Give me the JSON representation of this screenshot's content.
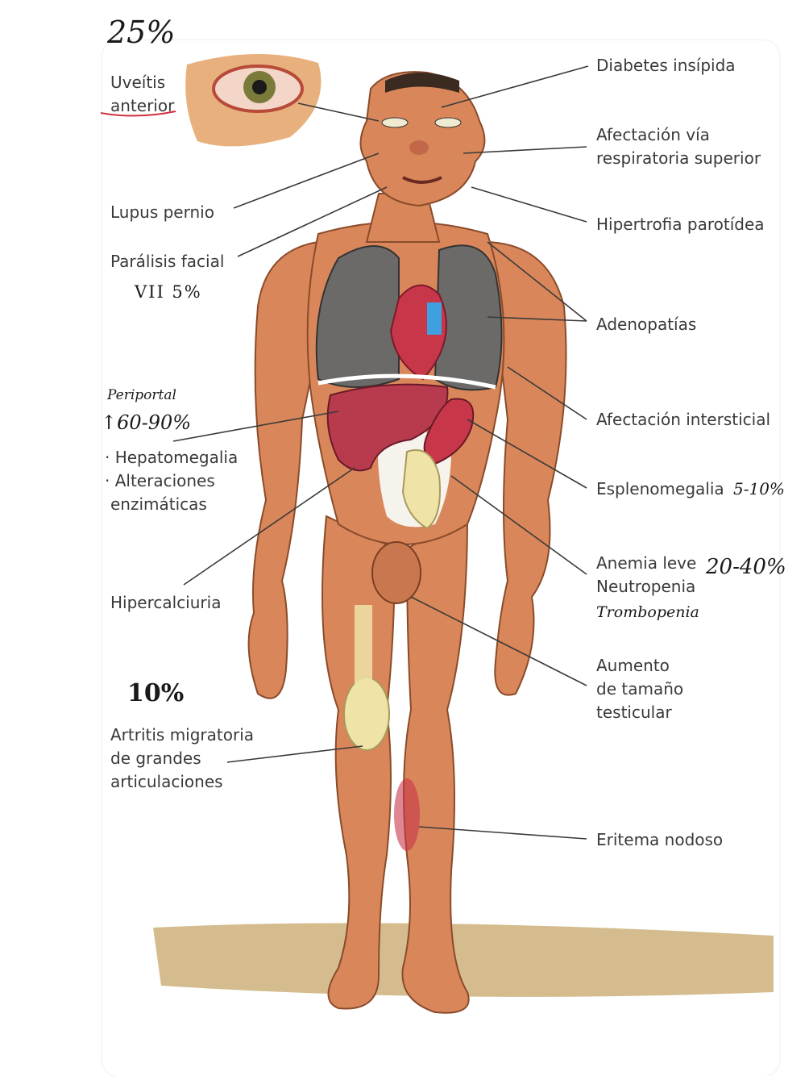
{
  "labels": {
    "uveitis": [
      "Uveítis",
      "anterior"
    ],
    "lupus": "Lupus pernio",
    "paralisis": "Parálisis facial",
    "hepato": [
      "· Hepatomegalia",
      "· Alteraciones",
      "enzimáticas"
    ],
    "hipercalciuria": "Hipercalciuria",
    "artritis": [
      "Artritis migratoria",
      "de grandes",
      "articulaciones"
    ],
    "diabetes": "Diabetes insípida",
    "afectacion_via": [
      "Afectación vía",
      "respiratoria superior"
    ],
    "parotida": "Hipertrofia parotídea",
    "adenopatias": "Adenopatías",
    "intersticial": "Afectación intersticial",
    "esplenomegalia": "Esplenomegalia",
    "anemia": [
      "Anemia leve",
      "Neutropenia"
    ],
    "testicular": [
      "Aumento",
      "de tamaño",
      "testicular"
    ],
    "eritema": "Eritema nodoso"
  },
  "handwritten": {
    "pct_uveitis": "25%",
    "facial": "VII 5%",
    "periportal": "Periportal",
    "hepato_pct": "↑60-90%",
    "artritis_pct": "10%",
    "esplen_pct": "5-10%",
    "anemia_pct": "20-40%",
    "trombopenia": "Trombopenia"
  },
  "colors": {
    "skin": "#d9875a",
    "skin_dark": "#b5643b",
    "lung": "#6b6a68",
    "heart": "#c8364a",
    "liver": "#b83a4d",
    "bone": "#efe3a8",
    "ground": "#c8a86a",
    "leader": "#3a3a3a"
  }
}
